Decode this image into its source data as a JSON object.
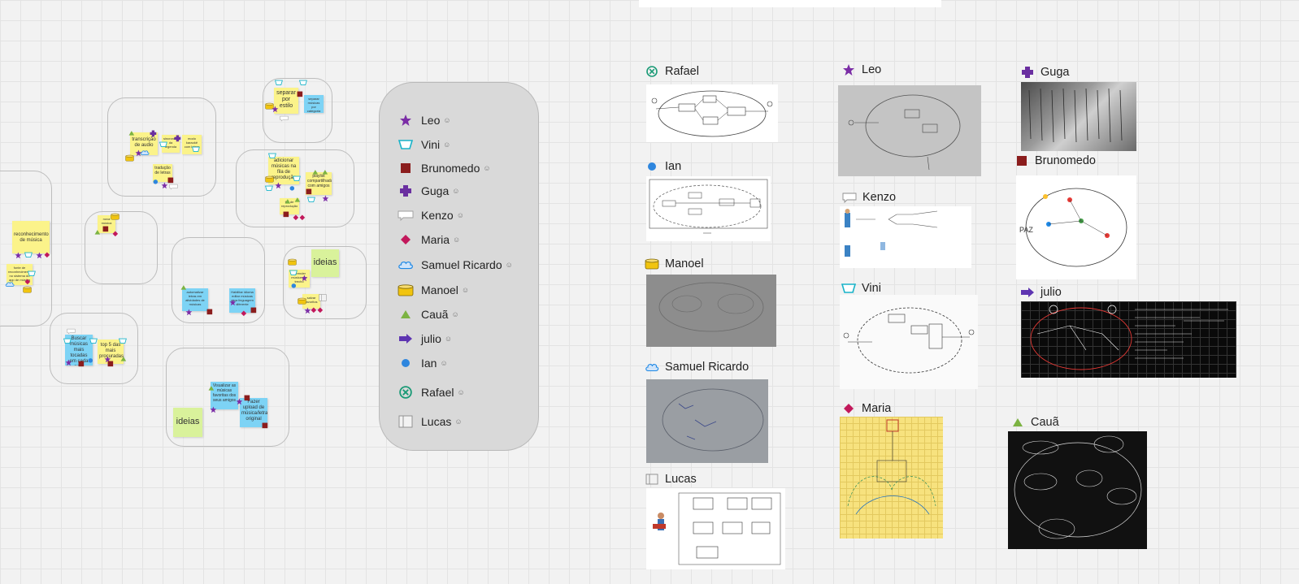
{
  "canvas": {
    "stickies": {
      "reconhecimento": "reconhecimento de música",
      "fonte": "fonte de reconhecimento no sistema do app de música",
      "transcricao": "transcrição de audio",
      "traducao": "tradução de letras",
      "legenda": "sincronização da legenda",
      "karaoke": "modo karaokê com letras",
      "separar": "separar por estilo",
      "separar_sub": "separar músicas por categoria",
      "adicionar": "adicionar músicas na fila de reprodução",
      "playlist": "playlist compartilhada com amigos",
      "fila": "fila de reprodução",
      "nova": "nova música",
      "automatizar": "automatizar letras em atividades de músicas",
      "habilitar": "Habilitar idioma editar músicas para linguagem diferente",
      "ideias_top": "ideias",
      "sobre": "aprender música por trecho",
      "salvar": "salvar favoritos",
      "buscar": "Buscar músicas mais tocadas em cada país",
      "top5": "top 5 das mais procuradas",
      "visualizar": "Visualizar as músicas favoritas dos seus amigos",
      "upload": "Fazer upload de música/letra original",
      "ideias_bottom": "ideias"
    }
  },
  "legend": {
    "items": [
      {
        "label": "Leo",
        "icon": "star-icon",
        "color": "#7b2da6"
      },
      {
        "label": "Vini",
        "icon": "trapezoid-icon",
        "color": "#18b3c9"
      },
      {
        "label": "Brunomedo",
        "icon": "square-icon",
        "color": "#8b1d1d"
      },
      {
        "label": "Guga",
        "icon": "cross-icon",
        "color": "#6a2fa0"
      },
      {
        "label": "Kenzo",
        "icon": "speech-bubble-icon",
        "color": "#9e9e9e"
      },
      {
        "label": "Maria",
        "icon": "diamond-icon",
        "color": "#c2185b"
      },
      {
        "label": "Samuel Ricardo",
        "icon": "cloud-icon",
        "color": "#1e88e5"
      },
      {
        "label": "Manoel",
        "icon": "cylinder-icon",
        "color": "#f1c40f"
      },
      {
        "label": "Cauã",
        "icon": "triangle-icon",
        "color": "#7cb342"
      },
      {
        "label": "julio",
        "icon": "arrow-icon",
        "color": "#5e35b1"
      },
      {
        "label": "Ian",
        "icon": "circle-icon",
        "color": "#2e86de"
      },
      {
        "label": "Rafael",
        "icon": "circle-x-icon",
        "color": "#1a9a76"
      },
      {
        "label": "Lucas",
        "icon": "column-icon",
        "color": "#8a8a8a"
      }
    ]
  },
  "gallery": {
    "rafael": "Rafael",
    "ian": "Ian",
    "manoel": "Manoel",
    "samuel": "Samuel Ricardo",
    "lucas": "Lucas",
    "leo": "Leo",
    "kenzo": "Kenzo",
    "vini": "Vini",
    "maria": "Maria",
    "guga": "Guga",
    "brunomedo": "Brunomedo",
    "julio": "julio",
    "caua": "Cauã"
  }
}
